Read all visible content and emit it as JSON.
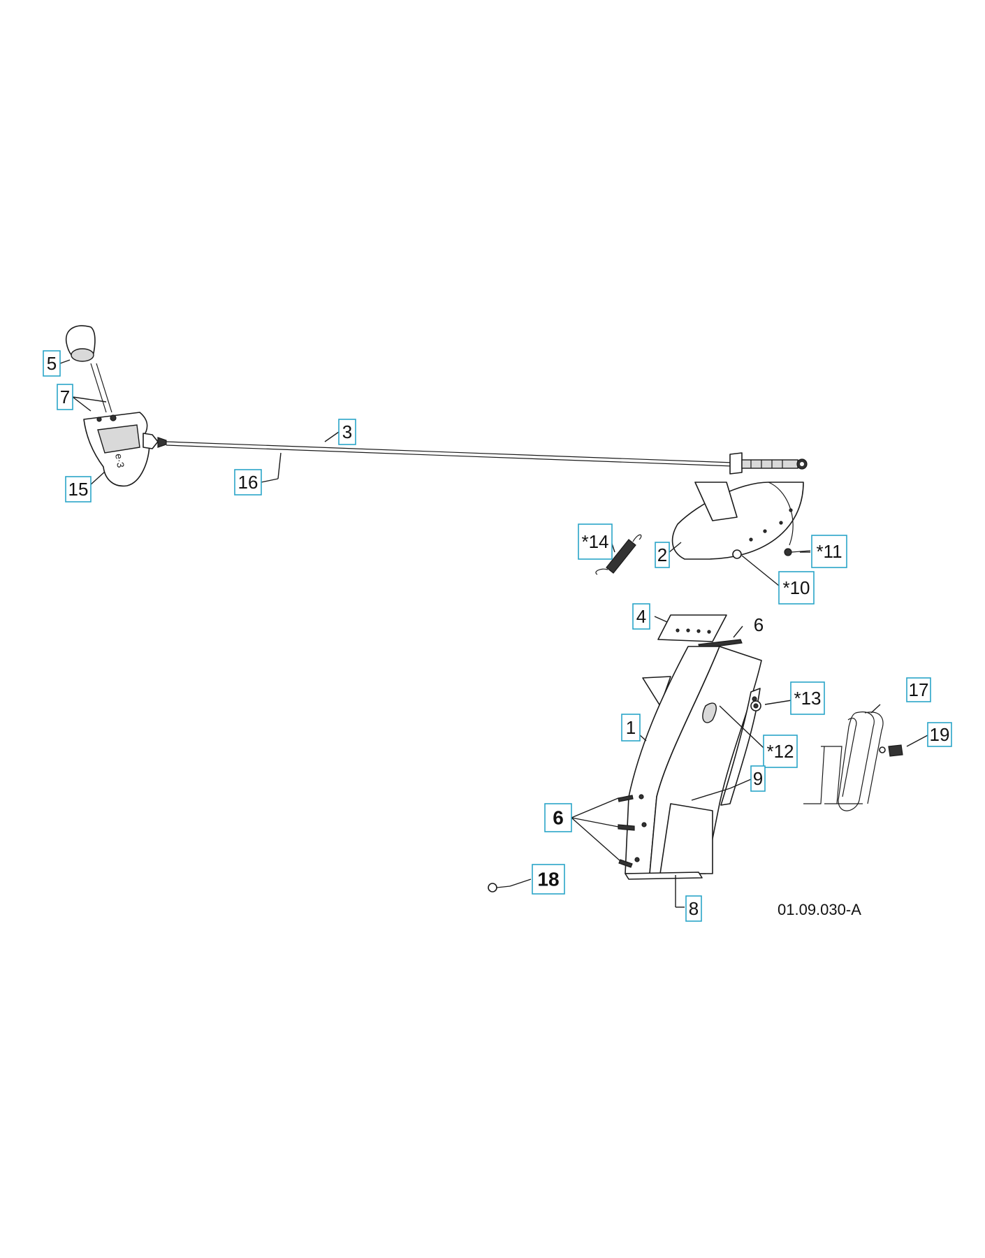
{
  "reference_code": "01.09.030-A",
  "colors": {
    "label_border": "#2aa5c8",
    "line": "#1a1a1a"
  },
  "callouts": [
    {
      "id": "5",
      "text": "5",
      "bold": false
    },
    {
      "id": "7",
      "text": "7",
      "bold": false
    },
    {
      "id": "15",
      "text": "15",
      "bold": false
    },
    {
      "id": "3",
      "text": "3",
      "bold": false
    },
    {
      "id": "16",
      "text": "16",
      "bold": false
    },
    {
      "id": "14",
      "text": "*14",
      "bold": false
    },
    {
      "id": "2",
      "text": "2",
      "bold": false
    },
    {
      "id": "11",
      "text": "*11",
      "bold": false
    },
    {
      "id": "10",
      "text": "*10",
      "bold": false
    },
    {
      "id": "4",
      "text": "4",
      "bold": false
    },
    {
      "id": "6-top",
      "text": "6",
      "bold": false,
      "boxed": false
    },
    {
      "id": "13",
      "text": "*13",
      "bold": false
    },
    {
      "id": "17",
      "text": "17",
      "bold": false
    },
    {
      "id": "1",
      "text": "1",
      "bold": false
    },
    {
      "id": "12",
      "text": "*12",
      "bold": false
    },
    {
      "id": "19",
      "text": "19",
      "bold": false
    },
    {
      "id": "9",
      "text": "9",
      "bold": false
    },
    {
      "id": "6",
      "text": "6",
      "bold": true
    },
    {
      "id": "18",
      "text": "18",
      "bold": true
    },
    {
      "id": "8",
      "text": "8",
      "bold": false
    }
  ]
}
